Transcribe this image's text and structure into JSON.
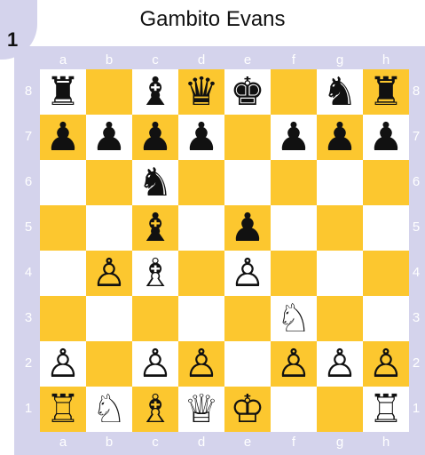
{
  "diagram": {
    "number": "1",
    "title": "Gambito Evans"
  },
  "board": {
    "files": [
      "a",
      "b",
      "c",
      "d",
      "e",
      "f",
      "g",
      "h"
    ],
    "ranks": [
      "8",
      "7",
      "6",
      "5",
      "4",
      "3",
      "2",
      "1"
    ],
    "colors": {
      "light": "#ffffff",
      "dark": "#fcc72f",
      "frame": "#d4d3ec"
    },
    "position": [
      [
        "r",
        "",
        "b",
        "q",
        "k",
        "",
        "n",
        "r"
      ],
      [
        "p",
        "p",
        "p",
        "p",
        "",
        "p",
        "p",
        "p"
      ],
      [
        "",
        "",
        "n",
        "",
        "",
        "",
        "",
        ""
      ],
      [
        "",
        "",
        "b",
        "",
        "p",
        "",
        "",
        ""
      ],
      [
        "",
        "P",
        "B",
        "",
        "P",
        "",
        "",
        ""
      ],
      [
        "",
        "",
        "",
        "",
        "",
        "N",
        "",
        ""
      ],
      [
        "P",
        "",
        "P",
        "P",
        "",
        "P",
        "P",
        "P"
      ],
      [
        "R",
        "N",
        "B",
        "Q",
        "K",
        "",
        "",
        "R"
      ]
    ]
  }
}
